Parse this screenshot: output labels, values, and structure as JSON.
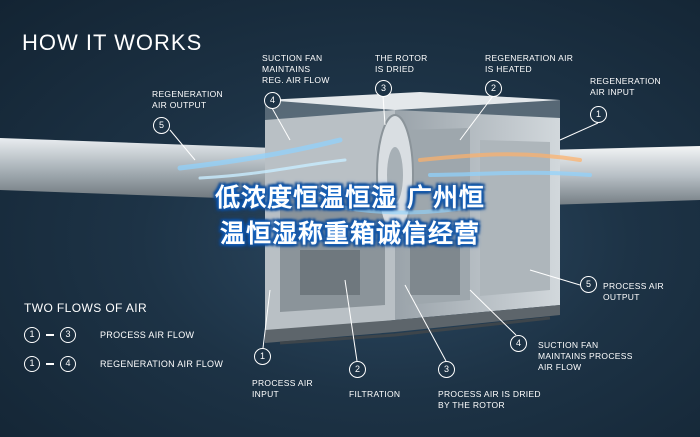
{
  "title": "HOW IT WORKS",
  "callouts": {
    "top_4": "SUCTION FAN\nMAINTAINS\nREG. AIR FLOW",
    "top_3": "THE ROTOR\nIS DRIED",
    "top_2": "REGENERATION AIR\nIS HEATED",
    "top_1": "REGENERATION\nAIR INPUT",
    "left_5": "REGENERATION\nAIR OUTPUT",
    "right_5": "PROCESS AIR\nOUTPUT",
    "right_4": "SUCTION FAN\nMAINTAINS PROCESS\nAIR FLOW",
    "bottom_1": "PROCESS AIR\nINPUT",
    "bottom_2": "FILTRATION",
    "bottom_3": "PROCESS AIR IS DRIED\nBY THE ROTOR"
  },
  "badges": {
    "top_4": "4",
    "top_3": "3",
    "top_2": "2",
    "top_1": "1",
    "left_5": "5",
    "right_5": "5",
    "right_4": "4",
    "bottom_1": "1",
    "bottom_2": "2",
    "bottom_3": "3"
  },
  "legend": {
    "title": "TWO FLOWS OF AIR",
    "rows": [
      {
        "from": "1",
        "to": "3",
        "label": "PROCESS AIR FLOW"
      },
      {
        "from": "1",
        "to": "4",
        "label": "REGENERATION AIR FLOW"
      }
    ]
  },
  "watermark": {
    "line1": "低浓度恒温恒湿  广州恒",
    "line2": "温恒湿称重箱诚信经营"
  },
  "colors": {
    "background": "#1d3346",
    "airflow": "#8fd3ff",
    "watermark_outline": "#1a6fd0"
  }
}
